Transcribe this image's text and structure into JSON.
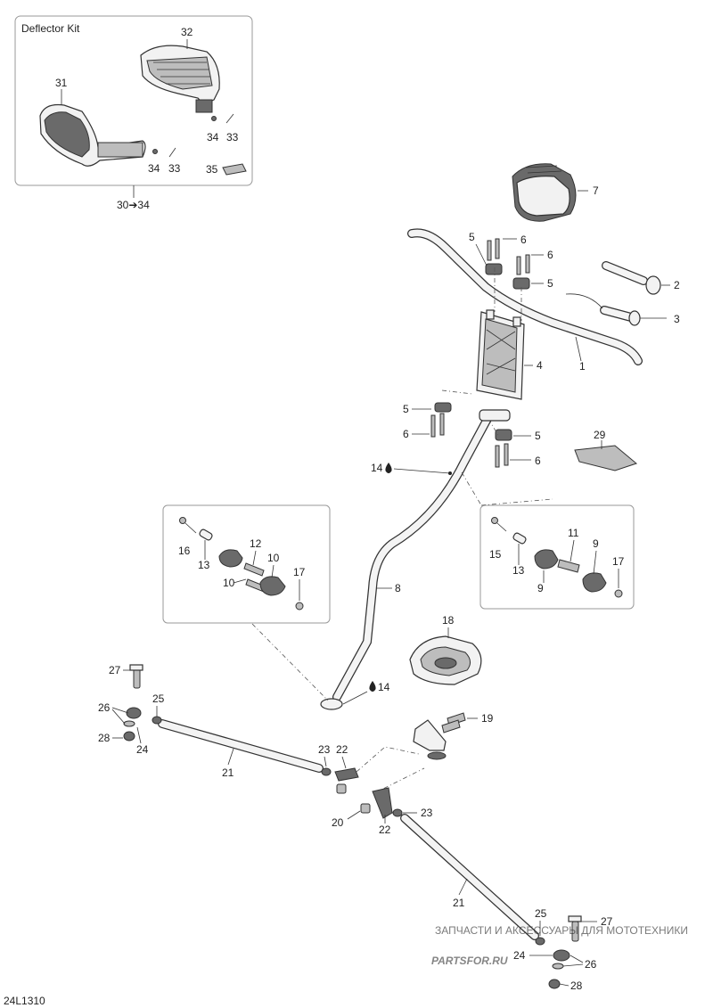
{
  "kit_title": "Deflector Kit",
  "kit_range": "30➔34",
  "drawing_code": "24L1310",
  "watermark": {
    "brand": "PARTSFOR.RU",
    "tagline": "ЗАПЧАСТИ И АКСЕССУАРЫ ДЛЯ МОТОТЕХНИКИ"
  },
  "callouts": {
    "c1": "1",
    "c2": "2",
    "c3": "3",
    "c4": "4",
    "c5a": "5",
    "c5b": "5",
    "c5c": "5",
    "c5d": "5",
    "c6a": "6",
    "c6b": "6",
    "c6c": "6",
    "c6d": "6",
    "c7": "7",
    "c8": "8",
    "c9a": "9",
    "c9b": "9",
    "c10a": "10",
    "c10b": "10",
    "c11": "11",
    "c12": "12",
    "c13a": "13",
    "c13b": "13",
    "c14a": "14",
    "c14b": "14",
    "c15": "15",
    "c16": "16",
    "c17a": "17",
    "c17b": "17",
    "c18": "18",
    "c19": "19",
    "c20": "20",
    "c21a": "21",
    "c21b": "21",
    "c22a": "22",
    "c22b": "22",
    "c23a": "23",
    "c23b": "23",
    "c24a": "24",
    "c24b": "24",
    "c25a": "25",
    "c25b": "25",
    "c26a": "26",
    "c26b": "26",
    "c27a": "27",
    "c27b": "27",
    "c28a": "28",
    "c28b": "28",
    "c29": "29",
    "c31": "31",
    "c32": "32",
    "c33a": "33",
    "c33b": "33",
    "c34a": "34",
    "c34b": "34",
    "c35": "35"
  }
}
